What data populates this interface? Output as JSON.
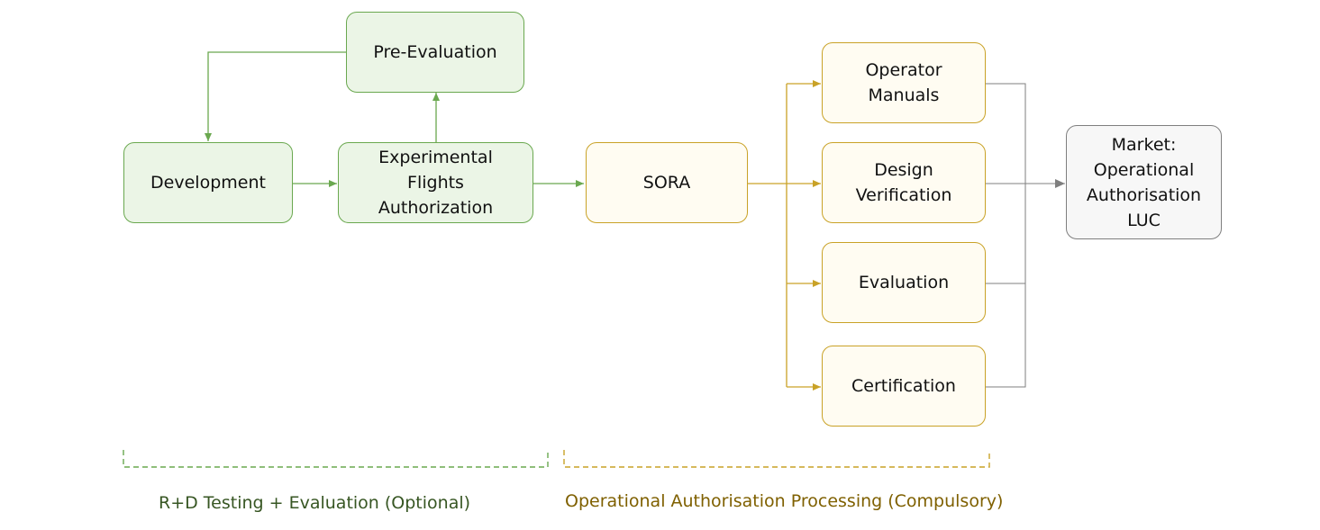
{
  "colors": {
    "green_border": "#6aa84f",
    "green_fill": "#ebf5e6",
    "gold_border": "#c9a227",
    "gold_fill": "#fffcf2",
    "grey_border": "#7f7f7f",
    "grey_fill": "#f7f7f7",
    "green_label": "#375623",
    "gold_label": "#7f6000"
  },
  "nodes": {
    "pre_evaluation": "Pre-Evaluation",
    "development": "Development",
    "experimental": "Experimental\nFlights\nAuthorization",
    "sora": "SORA",
    "operator_manuals": "Operator\nManuals",
    "design_verification": "Design\nVerification",
    "evaluation": "Evaluation",
    "certification": "Certification",
    "market": "Market:\nOperational\nAuthorisation\nLUC"
  },
  "phases": {
    "rd_label": "R+D Testing + Evaluation (Optional)",
    "operational_label": "Operational Authorisation Processing (Compulsory)"
  }
}
